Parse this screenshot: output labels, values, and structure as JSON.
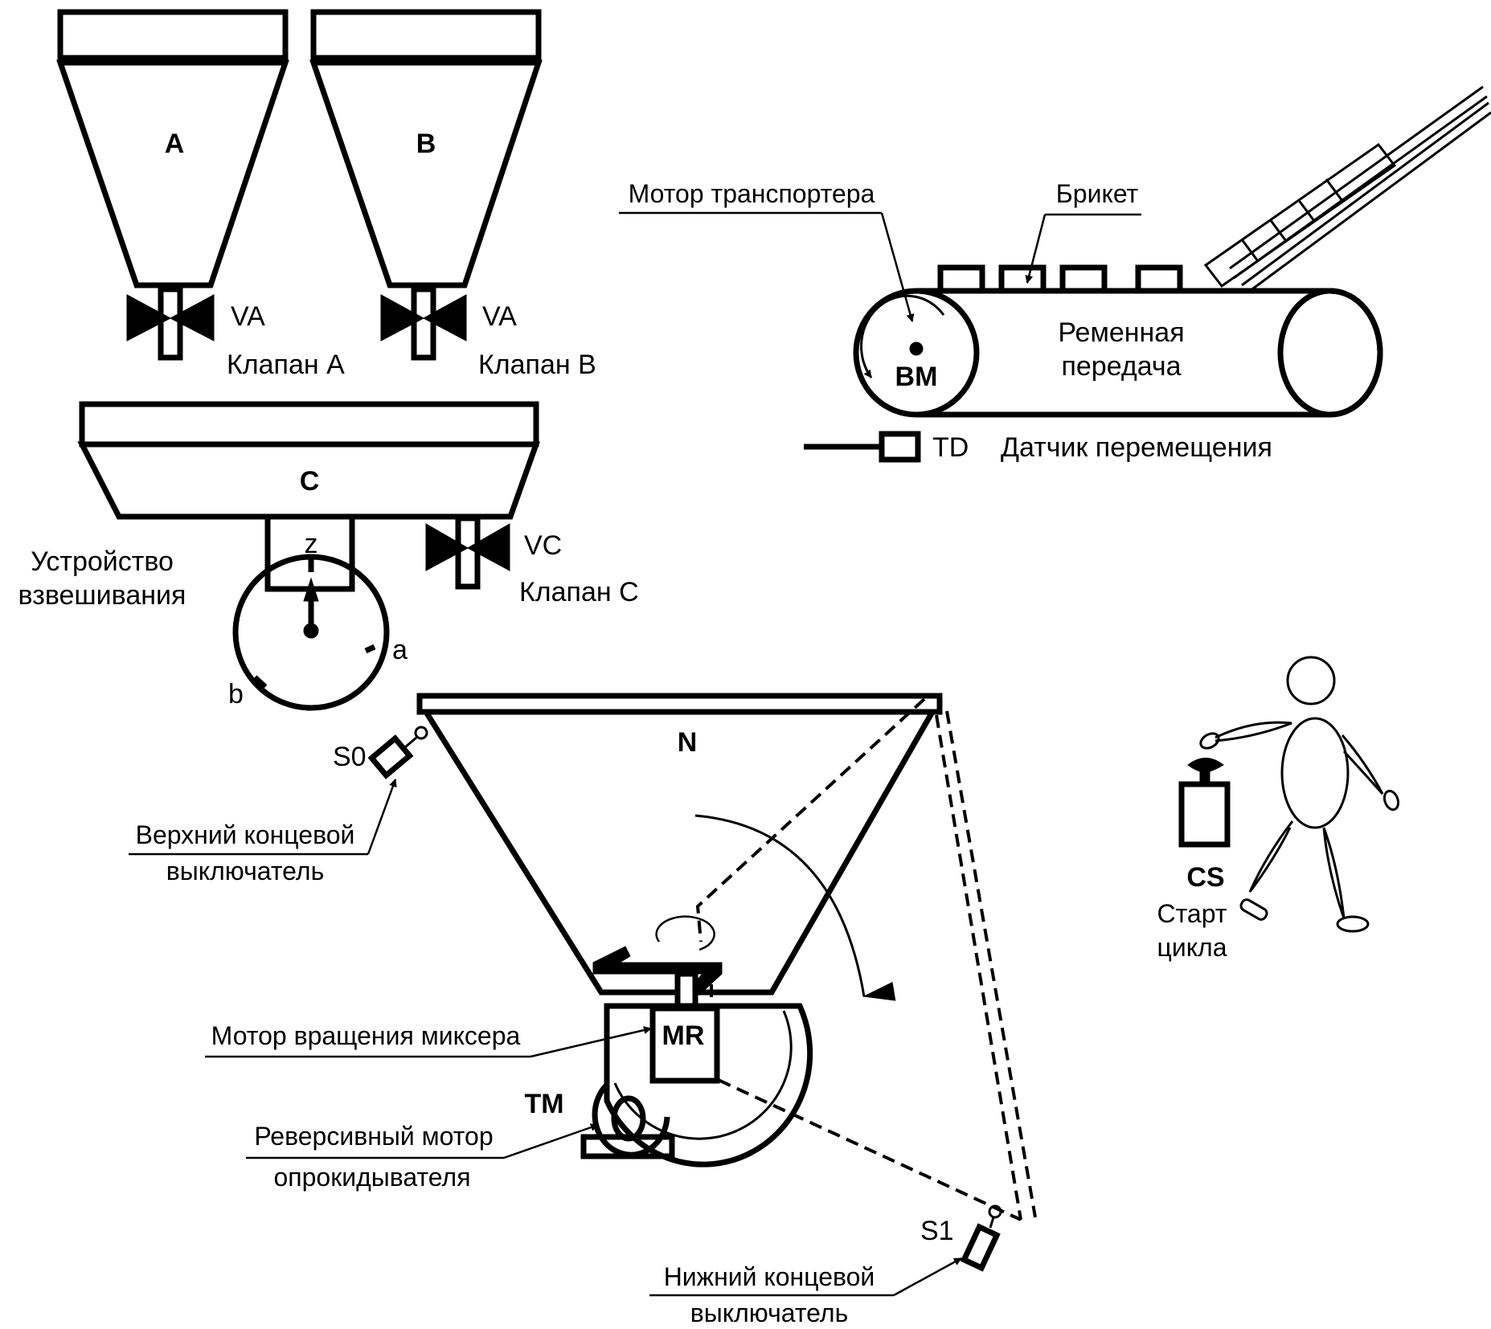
{
  "diagram": {
    "title": "",
    "hoppers": {
      "a": {
        "label": "A",
        "valve_code": "VA",
        "valve_name": "Клапан А"
      },
      "b": {
        "label": "B",
        "valve_code": "VA",
        "valve_name": "Клапан В"
      },
      "c": {
        "label": "C",
        "valve_code": "VC",
        "valve_name": "Клапан С"
      }
    },
    "scale": {
      "name_line1": "Устройство",
      "name_line2": "взвешивания",
      "marks": {
        "zero": "z",
        "a": "a",
        "b": "b"
      }
    },
    "conveyor": {
      "motor_label": "Мотор транспортера",
      "motor_code": "BM",
      "briquette_label": "Брикет",
      "belt_line1": "Ременная",
      "belt_line2": "передача",
      "sensor_code": "TD",
      "sensor_name": "Датчик перемещения"
    },
    "mixer": {
      "label": "N",
      "upper_switch_code": "S0",
      "upper_switch_line1": "Верхний концевой",
      "upper_switch_line2": "выключатель",
      "lower_switch_code": "S1",
      "lower_switch_line1": "Нижний концевой",
      "lower_switch_line2": "выключатель",
      "rotation_motor_code": "MR",
      "rotation_motor_label": "Мотор вращения миксера",
      "tilt_motor_code": "TM",
      "tilt_motor_line1": "Реверсивный мотор",
      "tilt_motor_line2": "опрокидывателя"
    },
    "operator": {
      "button_code": "CS",
      "button_line1": "Старт",
      "button_line2": "цикла"
    }
  }
}
